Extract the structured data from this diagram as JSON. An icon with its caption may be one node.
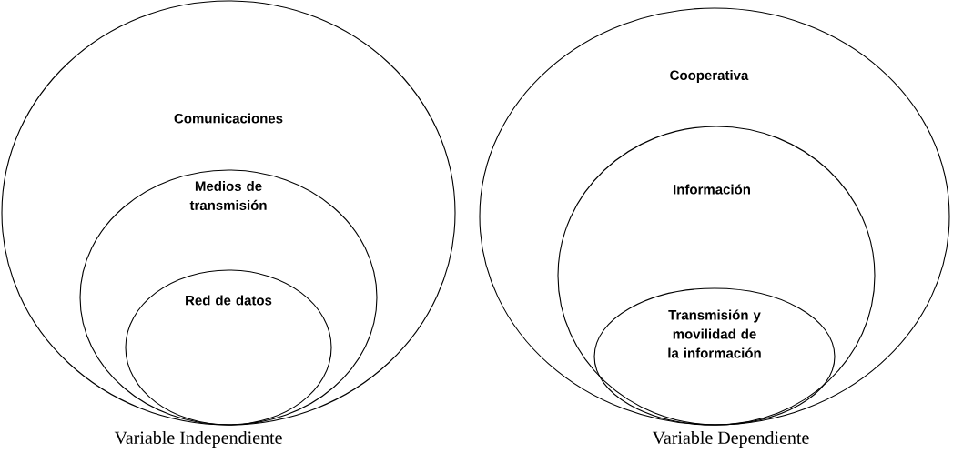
{
  "diagram": {
    "nodes": [
      {
        "text": [
          "Comunicaciones"
        ],
        "beside": [
          "Variable Independiente"
        ]
      },
      {
        "text": [
          "Medios de transmisión"
        ],
        "in": 0
      },
      {
        "text": [
          "Red de datos"
        ],
        "in": 1
      },
      {
        "text": [
          "Cooperativa"
        ],
        "beside": [
          "Variable Dependiente"
        ]
      },
      {
        "text": [
          "Información"
        ],
        "in": 3
      },
      {
        "text": [
          "Transmisión y movilidad de la información"
        ],
        "in": 4
      }
    ]
  }
}
